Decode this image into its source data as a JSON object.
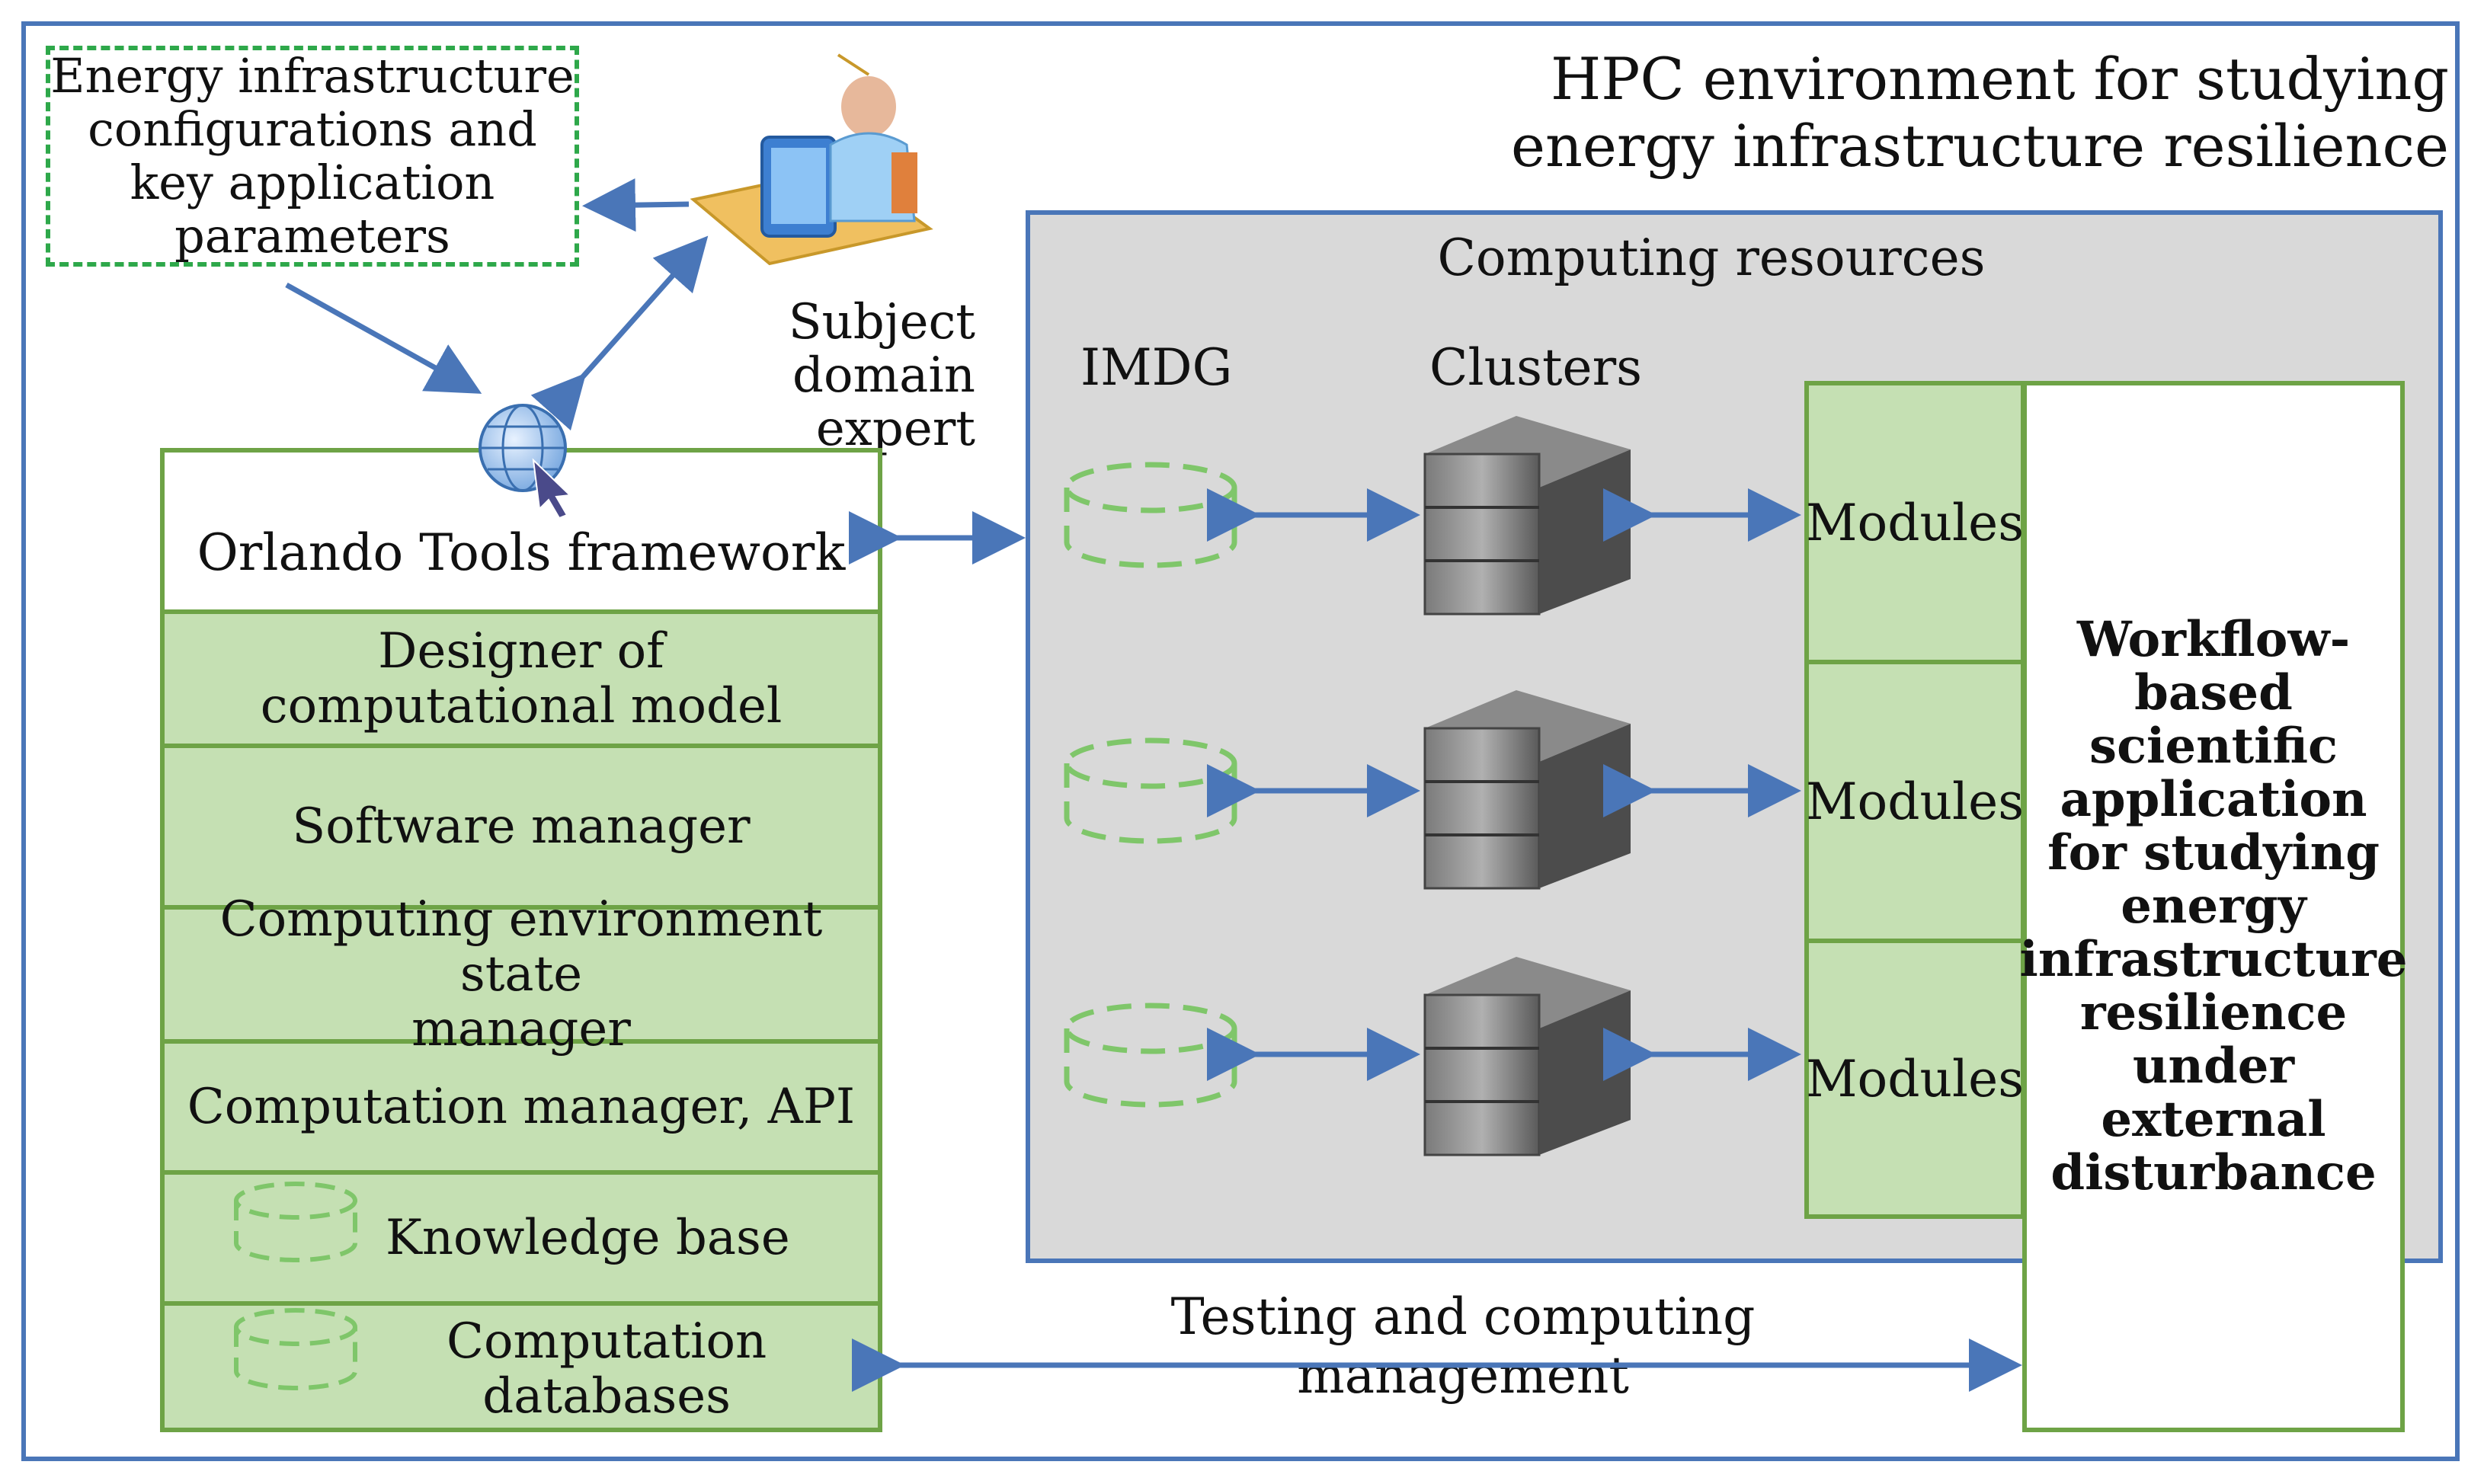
{
  "title_line1": "HPC environment for studying",
  "title_line2": "energy infrastructure resilience",
  "params_box": {
    "line1": "Energy infrastructure",
    "line2": "configurations and",
    "line3": "key application",
    "line4": "parameters"
  },
  "expert": {
    "line1": "Subject",
    "line2": "domain expert"
  },
  "framework": {
    "title": "Orlando Tools framework",
    "rows": [
      {
        "line1": "Designer of",
        "line2": "computational model"
      },
      {
        "line1": "Software manager",
        "line2": ""
      },
      {
        "line1": "Computing environment state",
        "line2": "manager"
      },
      {
        "line1": "Computation manager, API",
        "line2": ""
      },
      {
        "line1": "Knowledge base",
        "line2": ""
      },
      {
        "line1": "Computation",
        "line2": "databases"
      }
    ]
  },
  "computing": {
    "title": "Computing resources",
    "imdg_label": "IMDG",
    "clusters_label": "Clusters",
    "modules": [
      "Modules",
      "Modules",
      "Modules"
    ]
  },
  "workflow_text": "Workflow-based scientific application for studying energy infrastructure resilience under external disturbance",
  "testing_label": "Testing and computing management",
  "colors": {
    "blue": "#4a76b8",
    "green_border": "#6ea346",
    "green_fill": "#c5e0b3",
    "gray_fill": "#d9d9d9",
    "dashed_green": "#2ea84a",
    "light_green_db": "#7fc66a"
  }
}
